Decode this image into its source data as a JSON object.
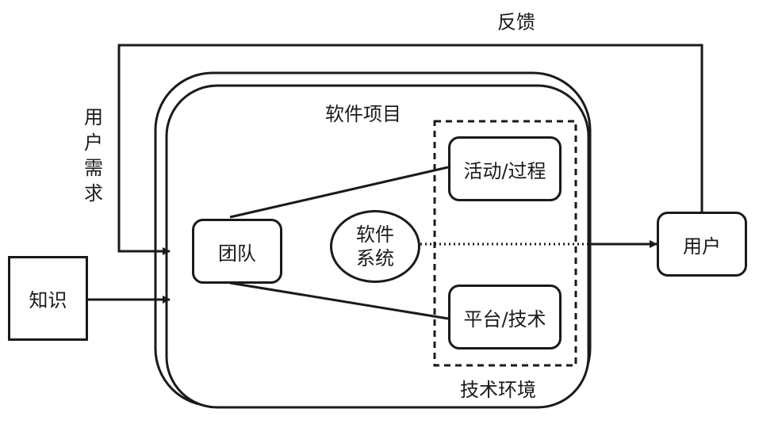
{
  "nodes": {
    "knowledge": "知识",
    "team": "团队",
    "software_system_line1": "软件",
    "software_system_line2": "系统",
    "activity_process": "活动/过程",
    "platform_tech": "平台/技术",
    "user": "用户"
  },
  "labels": {
    "feedback": "反馈",
    "user_needs": [
      "用",
      "户",
      "需",
      "求"
    ],
    "software_project": "软件项目",
    "tech_environment": "技术环境"
  },
  "colors": {
    "stroke": "#1a1a1a",
    "background": "#ffffff"
  }
}
